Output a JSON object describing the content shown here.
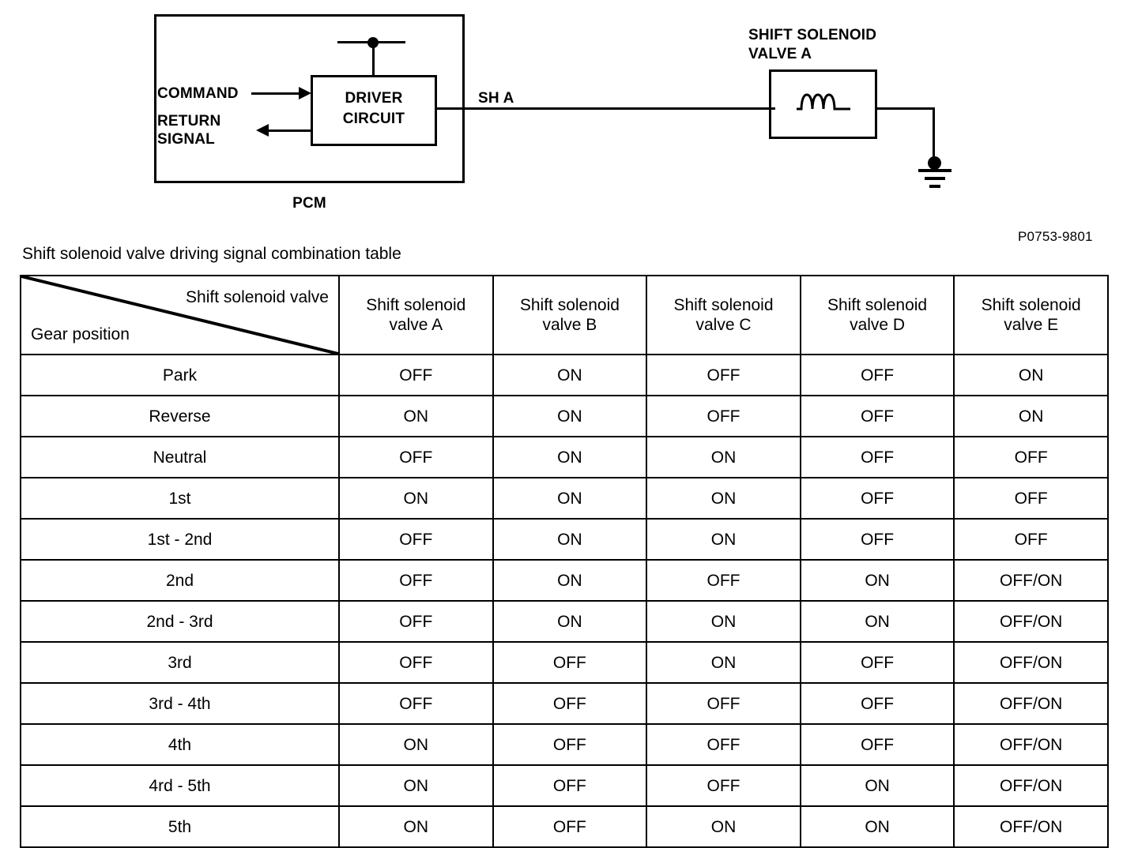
{
  "diagram": {
    "pcm_label": "PCM",
    "driver_circuit_label": "DRIVER\nCIRCUIT",
    "command_label": "COMMAND",
    "return_signal_label": "RETURN\nSIGNAL",
    "harness_label": "SH A",
    "solenoid_label": "SHIFT SOLENOID\nVALVE A",
    "reference_code": "P0753-9801",
    "line_color": "#000000"
  },
  "table": {
    "caption": "Shift solenoid valve driving signal combination table",
    "corner_top_label": "Shift solenoid valve",
    "corner_bottom_label": "Gear position",
    "columns": [
      "Shift solenoid\nvalve A",
      "Shift solenoid\nvalve B",
      "Shift solenoid\nvalve C",
      "Shift solenoid\nvalve D",
      "Shift solenoid\nvalve E"
    ],
    "rows": [
      {
        "gear": "Park",
        "values": [
          "OFF",
          "ON",
          "OFF",
          "OFF",
          "ON"
        ]
      },
      {
        "gear": "Reverse",
        "values": [
          "ON",
          "ON",
          "OFF",
          "OFF",
          "ON"
        ]
      },
      {
        "gear": "Neutral",
        "values": [
          "OFF",
          "ON",
          "ON",
          "OFF",
          "OFF"
        ]
      },
      {
        "gear": "1st",
        "values": [
          "ON",
          "ON",
          "ON",
          "OFF",
          "OFF"
        ]
      },
      {
        "gear": "1st - 2nd",
        "values": [
          "OFF",
          "ON",
          "ON",
          "OFF",
          "OFF"
        ]
      },
      {
        "gear": "2nd",
        "values": [
          "OFF",
          "ON",
          "OFF",
          "ON",
          "OFF/ON"
        ]
      },
      {
        "gear": "2nd - 3rd",
        "values": [
          "OFF",
          "ON",
          "ON",
          "ON",
          "OFF/ON"
        ]
      },
      {
        "gear": "3rd",
        "values": [
          "OFF",
          "OFF",
          "ON",
          "OFF",
          "OFF/ON"
        ]
      },
      {
        "gear": "3rd - 4th",
        "values": [
          "OFF",
          "OFF",
          "OFF",
          "OFF",
          "OFF/ON"
        ]
      },
      {
        "gear": "4th",
        "values": [
          "ON",
          "OFF",
          "OFF",
          "OFF",
          "OFF/ON"
        ]
      },
      {
        "gear": "4rd - 5th",
        "values": [
          "ON",
          "OFF",
          "OFF",
          "ON",
          "OFF/ON"
        ]
      },
      {
        "gear": "5th",
        "values": [
          "ON",
          "OFF",
          "ON",
          "ON",
          "OFF/ON"
        ]
      }
    ]
  }
}
